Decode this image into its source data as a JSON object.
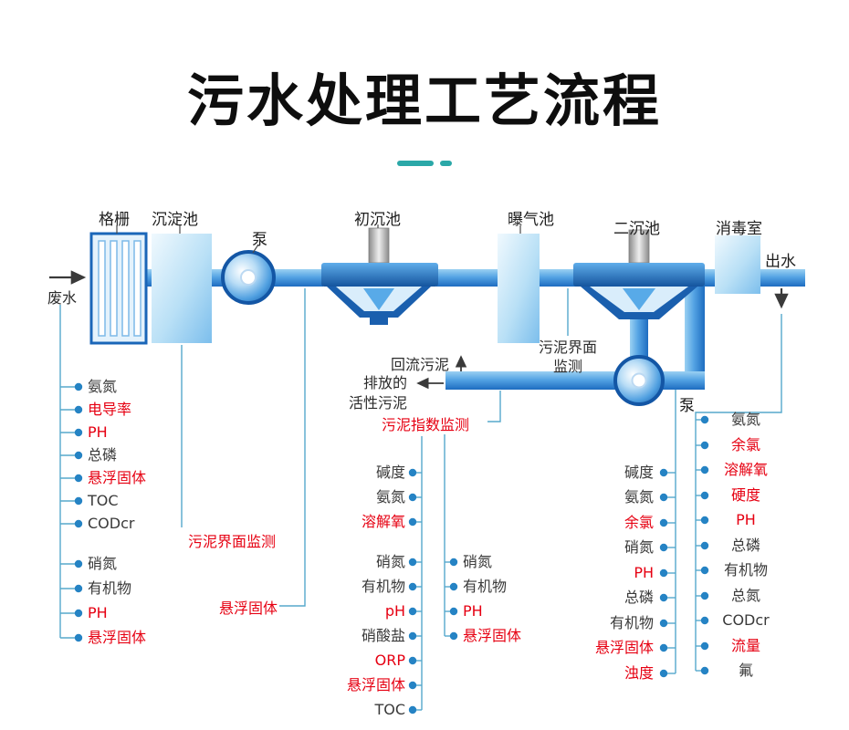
{
  "title": "污水处理工艺流程",
  "colors": {
    "accent_red": "#e60012",
    "text_black": "#3a3a3a",
    "dot_blue": "#2583c4",
    "line_teal": "#56a9cc",
    "divider_teal": "#2ba8a8",
    "pipe_dark_blue": "#1a5fae",
    "tank_light_blue": "#b9e0f6"
  },
  "process": {
    "influent": "废水",
    "grid": "格栅",
    "sedimentation": "沉淀池",
    "pump1": "泵",
    "primary": "初沉池",
    "aeration": "曝气池",
    "secondary": "二沉池",
    "disinfection": "消毒室",
    "effluent": "出水",
    "pump2": "泵"
  },
  "annotations": {
    "return_sludge": "回流污泥",
    "discharged_1": "排放的",
    "discharged_2": "活性污泥",
    "sludge_index": "污泥指数监测",
    "interface_line1": "污泥界面",
    "interface_line2": "监测",
    "interface_left": "污泥界面监测",
    "suspended_solid": "悬浮固体"
  },
  "monitor_groups": [
    {
      "id": "influent",
      "items": [
        {
          "text": "氨氮",
          "red": false
        },
        {
          "text": "电导率",
          "red": true
        },
        {
          "text": "PH",
          "red": true
        },
        {
          "text": "总磷",
          "red": false
        },
        {
          "text": "悬浮固体",
          "red": true
        },
        {
          "text": "TOC",
          "red": false
        },
        {
          "text": "CODcr",
          "red": false
        },
        {
          "text": "硝氮",
          "red": false
        },
        {
          "text": "有机物",
          "red": false
        },
        {
          "text": "PH",
          "red": true
        },
        {
          "text": "悬浮固体",
          "red": true
        }
      ]
    },
    {
      "id": "primary",
      "items": [
        {
          "text": "碱度",
          "red": false
        },
        {
          "text": "氨氮",
          "red": false
        },
        {
          "text": "溶解氧",
          "red": true
        },
        {
          "text": "硝氮",
          "red": false
        },
        {
          "text": "有机物",
          "red": false
        },
        {
          "text": "pH",
          "red": true
        },
        {
          "text": "硝酸盐",
          "red": false
        },
        {
          "text": "ORP",
          "red": true
        },
        {
          "text": "悬浮固体",
          "red": true
        },
        {
          "text": "TOC",
          "red": false
        }
      ]
    },
    {
      "id": "aeration",
      "items": [
        {
          "text": "硝氮",
          "red": false
        },
        {
          "text": "有机物",
          "red": false
        },
        {
          "text": "PH",
          "red": true
        },
        {
          "text": "悬浮固体",
          "red": true
        }
      ]
    },
    {
      "id": "secondary",
      "items": [
        {
          "text": "碱度",
          "red": false
        },
        {
          "text": "氨氮",
          "red": false
        },
        {
          "text": "余氯",
          "red": true
        },
        {
          "text": "硝氮",
          "red": false
        },
        {
          "text": "PH",
          "red": true
        },
        {
          "text": "总磷",
          "red": false
        },
        {
          "text": "有机物",
          "red": false
        },
        {
          "text": "悬浮固体",
          "red": true
        },
        {
          "text": "浊度",
          "red": true
        }
      ]
    },
    {
      "id": "effluent",
      "items": [
        {
          "text": "氨氮",
          "red": false
        },
        {
          "text": "余氯",
          "red": true
        },
        {
          "text": "溶解氧",
          "red": true
        },
        {
          "text": "硬度",
          "red": true
        },
        {
          "text": "PH",
          "red": true
        },
        {
          "text": "总磷",
          "red": false
        },
        {
          "text": "有机物",
          "red": false
        },
        {
          "text": "总氮",
          "red": false
        },
        {
          "text": "CODcr",
          "red": false
        },
        {
          "text": "流量",
          "red": true
        },
        {
          "text": "氟",
          "red": false
        }
      ]
    }
  ]
}
